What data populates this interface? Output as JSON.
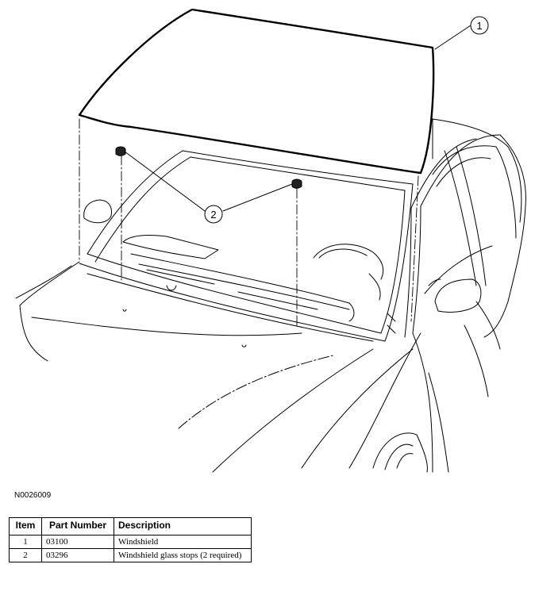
{
  "figure": {
    "callouts": [
      "1",
      "2"
    ]
  },
  "figure_id": "N0026009",
  "table": {
    "headers": [
      "Item",
      "Part Number",
      "Description"
    ],
    "rows": [
      {
        "item": "1",
        "part": "03100",
        "desc": "Windshield"
      },
      {
        "item": "2",
        "part": "03296",
        "desc": "Windshield glass stops (2 required)"
      }
    ]
  }
}
